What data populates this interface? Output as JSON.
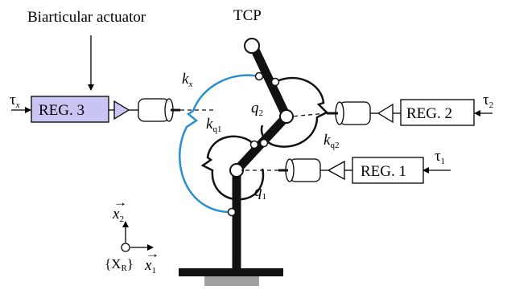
{
  "title": "TCP",
  "biarticular_label": "Biarticular actuator",
  "regulators": {
    "reg1": "REG. 1",
    "reg2": "REG. 2",
    "reg3": "REG. 3"
  },
  "torques": {
    "tau1_symbol": "τ",
    "tau1_sub": "1",
    "tau2_symbol": "τ",
    "tau2_sub": "2",
    "taux_symbol": "τ",
    "taux_sub": "x"
  },
  "joints": {
    "q1": "q",
    "q1_sub": "1",
    "q2": "q",
    "q2_sub": "2"
  },
  "springs": {
    "kx": "k",
    "kx_sub": "x",
    "kq1": "k",
    "kq1_sub": "q1",
    "kq2": "k",
    "kq2_sub": "q2"
  },
  "frame": {
    "x1": "x",
    "x1_sub": "1",
    "x2": "x",
    "x2_sub": "2",
    "ref_open": "{X",
    "ref_sub": "R",
    "ref_close": "}"
  },
  "colors": {
    "reg3_fill": "#c9c5f2",
    "biarticular_cable": "#2a8fd0",
    "base_fill": "#a0a0a0"
  }
}
